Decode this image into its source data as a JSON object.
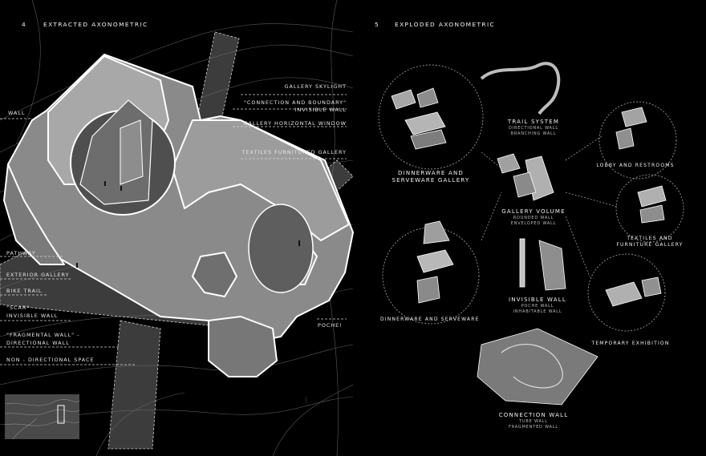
{
  "left_panel": {
    "number": "4",
    "title": "Extracted Axonometric",
    "labels": {
      "gallery_skylight": "Gallery Skylight",
      "connection_boundary": "\"Connection and Boundary\"",
      "invisible_wall_1": "Invisible Wall",
      "gallery_horizontal_window": "Gallery horizontal window",
      "textiles_gallery": "Textiles furnitured gallery",
      "wall": "Wall",
      "pathway": "Pathway",
      "exterior_gallery": "Exterior Gallery",
      "bike_trail": "Bike trail",
      "scar": "\"Scar\"",
      "invisible_wall_2": "Invisible Wall",
      "fragmental_wall": "\"Fragmental Wall\" -",
      "directional_wall": "Directional Wall",
      "non_directional": "Non - Directional Space",
      "poche": "Poche!"
    }
  },
  "right_panel": {
    "number": "5",
    "title": "Exploded Axonometric",
    "components": {
      "trail_system": {
        "title": "Trail System",
        "sub1": "Directional Wall",
        "sub2": "Branching Wall"
      },
      "dinnerware_gallery": {
        "line1": "Dinnerware and",
        "line2": "Serveware Gallery"
      },
      "lobby": {
        "title": "Lobby and Restrooms"
      },
      "gallery_volume": {
        "title": "Gallery Volume",
        "sub1": "Rounded Wall",
        "sub2": "Enveloped Wall"
      },
      "textiles": {
        "line1": "Textiles and",
        "line2": "Furniture Gallery"
      },
      "dinnerware": {
        "title": "Dinnerware and Serveware"
      },
      "invisible_wall": {
        "title": "Invisible Wall",
        "sub1": "Poche Wall",
        "sub2": "Inhabitable Wall"
      },
      "temporary": {
        "title": "Temporary Exhibition"
      },
      "connection_wall": {
        "title": "Connection Wall",
        "sub1": "Tube Wall",
        "sub2": "Fragmented Wall"
      }
    }
  },
  "colors": {
    "background": "#000000",
    "model_fill": "#8a8a8a",
    "model_light": "#b9b9b9",
    "outline": "#ffffff"
  }
}
